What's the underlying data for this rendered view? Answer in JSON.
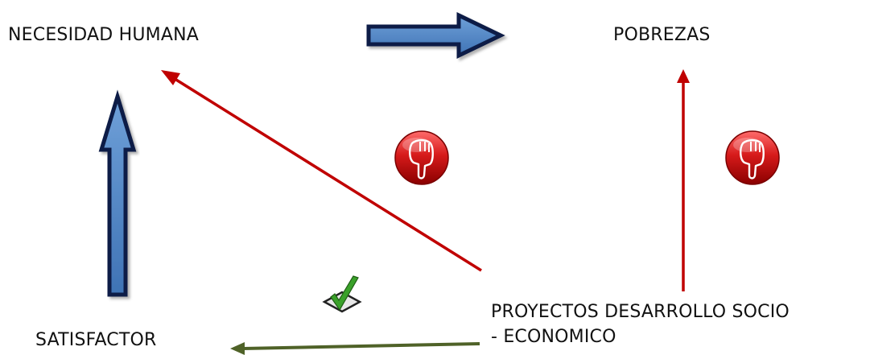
{
  "nodes": {
    "necesidad": "NECESIDAD HUMANA",
    "pobrezas": "POBREZAS",
    "satisfactor": "SATISFACTOR",
    "proyectos_line1": "PROYECTOS DESARROLLO SOCIO",
    "proyectos_line2": "- ECONOMICO"
  },
  "icons": {
    "thumbs_down": "thumbs-down-icon",
    "check": "checkmark-icon"
  },
  "colors": {
    "block_arrow_fill": "#4f81bd",
    "block_arrow_outline": "#0b1e46",
    "negative_arrow": "#c00000",
    "positive_arrow": "#4f6228",
    "badge_red": "#c00000"
  }
}
